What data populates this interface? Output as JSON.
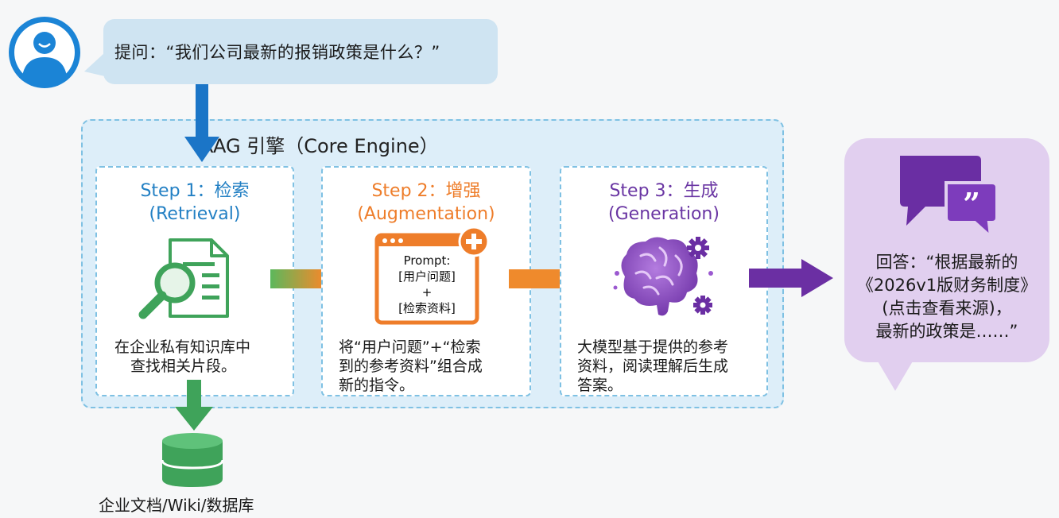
{
  "question": "提问：“我们公司最新的报销政策是什么？”",
  "engine_title": "RAG 引擎（Core Engine）",
  "steps": [
    {
      "title": "Step 1：检索",
      "subtitle": "(Retrieval)",
      "desc_lines": [
        "在企业私有知识库中",
        "查找相关片段。"
      ]
    },
    {
      "title": "Step 2：增强",
      "subtitle": "(Augmentation)",
      "desc_lines": [
        "将“用户问题”+“检索",
        "到的参考资料”组合成",
        "新的指令。"
      ]
    },
    {
      "title": "Step 3：生成",
      "subtitle": "(Generation)",
      "desc_lines": [
        "大模型基于提供的参考",
        "资料，阅读理解后生成",
        "答案。"
      ]
    }
  ],
  "prompt_card": {
    "label": "Prompt:",
    "line1": "[用户问题]",
    "plus": "+",
    "line2": "[检索资料]"
  },
  "database_label": "企业文档/Wiki/数据库",
  "answer_lines": [
    "回答：“根据最新的",
    "《2026v1版财务制度》",
    "(点击查看来源)，",
    "最新的政策是……”"
  ],
  "icons": [
    "user-avatar-icon",
    "document-search-icon",
    "prompt-window-icon",
    "plus-icon",
    "brain-gears-icon",
    "database-icon",
    "chat-bubbles-icon"
  ],
  "colors": {
    "step1": "#2380c4",
    "step2": "#ee7d2a",
    "step3": "#6a36a3",
    "green": "#3fa35a",
    "engine_bg": "#ddeef9",
    "answer_bg": "#e1cfef"
  }
}
